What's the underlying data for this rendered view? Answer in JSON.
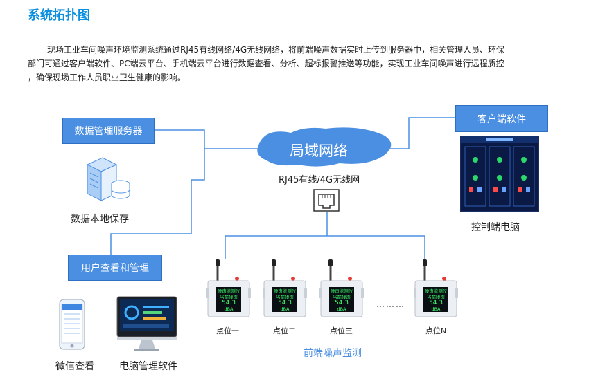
{
  "title": "系统拓扑图",
  "description_lines": [
    "现场工业车间噪声环境监测系统通过RJ45有线网络/4G无线网络，将前端噪声数据实时上传到服务器中，相关管理人员、环保",
    "部门可通过客户端软件、PC端云平台、手机端云平台进行数据查看、分析、超标报警推送等功能，实现工业车间噪声进行远程质控",
    "，确保现场工作人员职业卫生健康的影响。"
  ],
  "boxes": {
    "data_server": "数据管理服务器",
    "user_manage": "用户查看和管理",
    "client_software": "客户端软件"
  },
  "cloud_label": "局域网络",
  "network_label": "RJ45有线/4G无线网",
  "captions": {
    "local_storage": "数据本地保存",
    "control_pc": "控制端电脑",
    "wechat": "微信查看",
    "pc_software": "电脑管理软件",
    "front_monitor": "前端噪声监测"
  },
  "devices": [
    {
      "label": "点位一",
      "lines": [
        "噪声监测仪",
        "当前噪声",
        "54.3",
        "dBA"
      ]
    },
    {
      "label": "点位二",
      "lines": [
        "噪声监测仪",
        "当前噪声",
        "54.3",
        "dBA"
      ]
    },
    {
      "label": "点位三",
      "lines": [
        "噪声监测仪",
        "当前噪声",
        "54.3",
        "dBA"
      ]
    },
    {
      "label": "点位N",
      "lines": [
        "噪声监测仪",
        "当前噪声",
        "54.3",
        "dBA"
      ]
    }
  ],
  "dots": "………",
  "colors": {
    "accent": "#4b8fe2",
    "title": "#0a8fe0",
    "lcd_text": "#3cff6a"
  }
}
